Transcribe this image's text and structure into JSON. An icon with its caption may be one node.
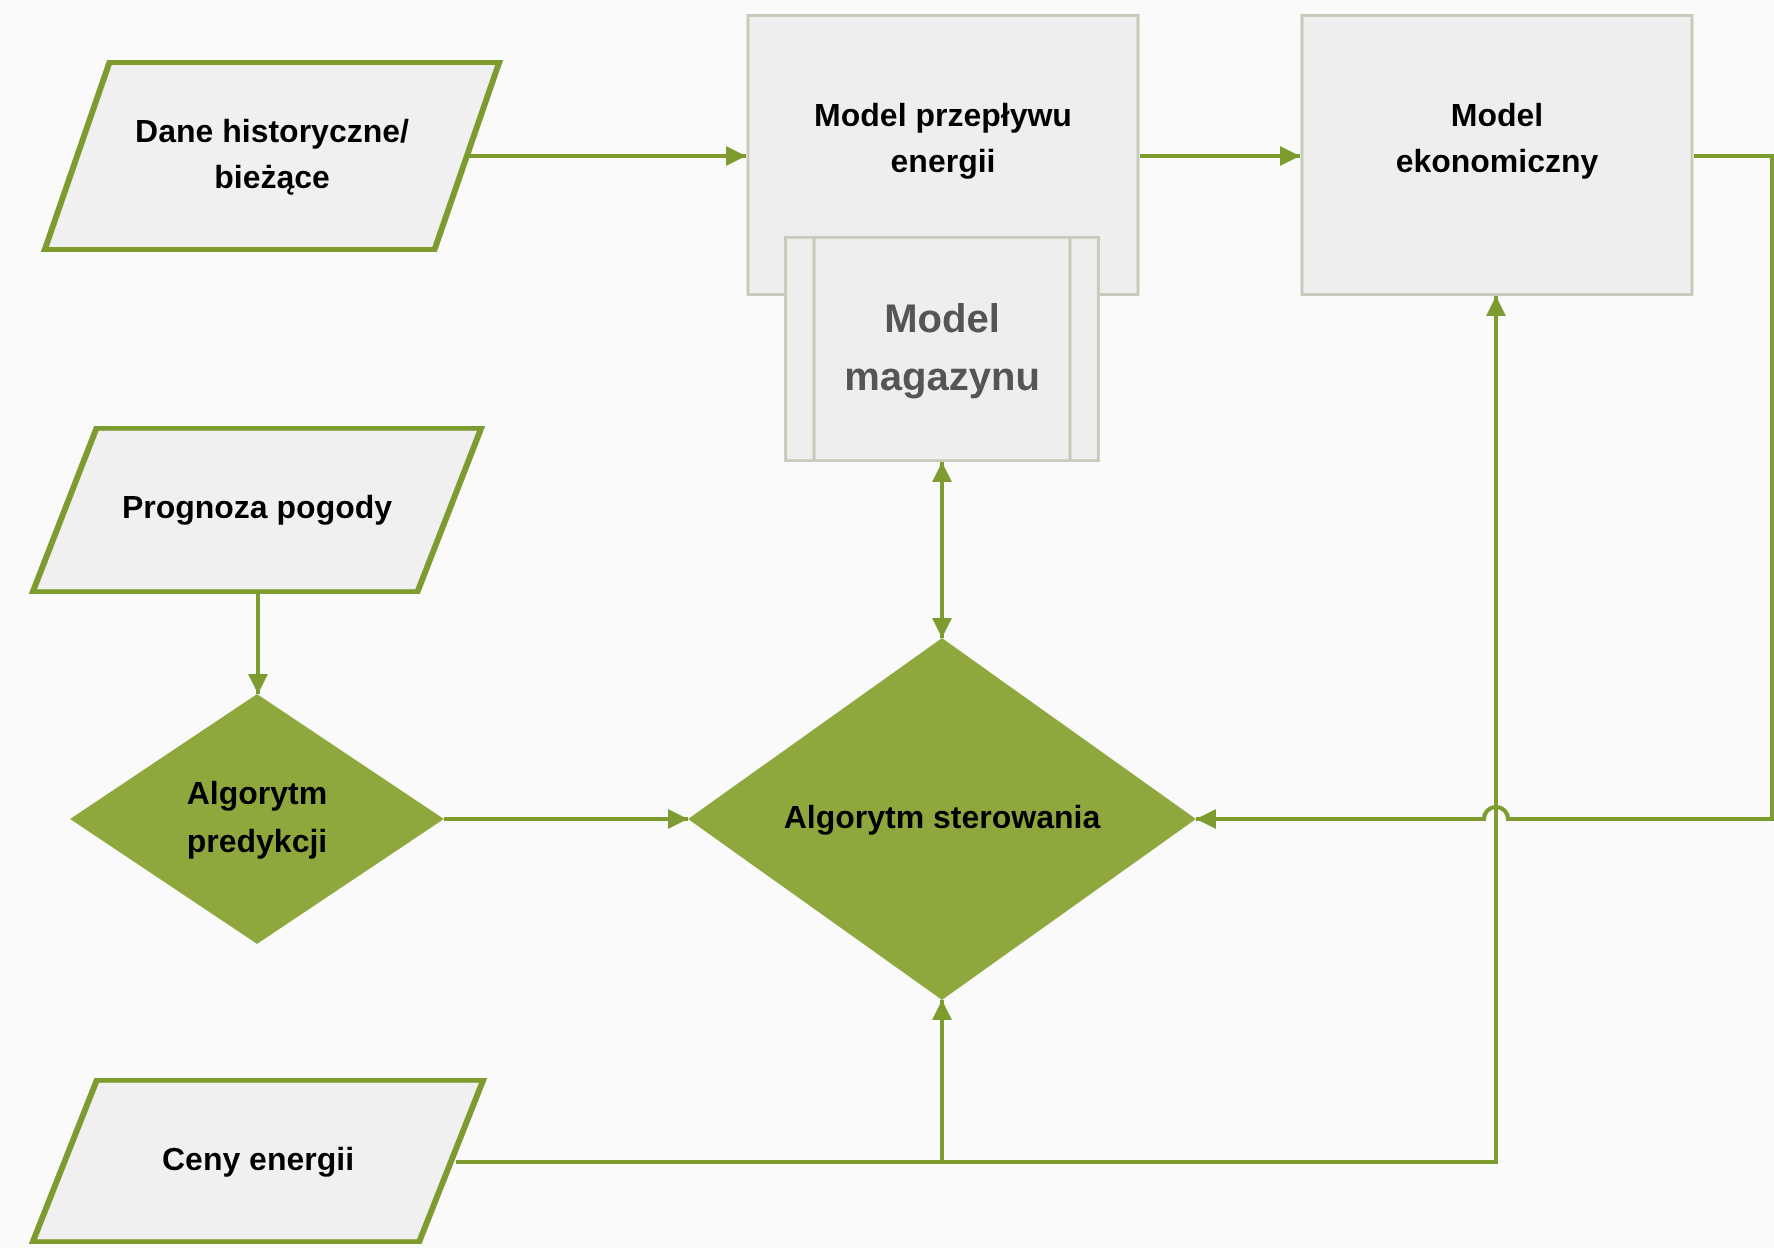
{
  "diagram": {
    "nodes": [
      {
        "text": [
          "Dane historyczne/ bieżące"
        ]
      },
      {
        "text": [
          "Model przepływu energii"
        ]
      },
      {
        "text": [
          "Model magazynu"
        ]
      },
      {
        "text": [
          "Model ekonomiczny"
        ]
      },
      {
        "text": [
          "Prognoza pogody"
        ]
      },
      {
        "text": [
          "Algorytm predykcji"
        ]
      },
      {
        "text": [
          "Algorytm sterowania"
        ]
      },
      {
        "text": [
          "Ceny energii"
        ]
      }
    ],
    "edges": [
      {
        "from": 0,
        "to": 1,
        "arrow": "to"
      },
      {
        "from": 1,
        "to": 3,
        "arrow": "to"
      },
      {
        "from": 3,
        "to": 6,
        "arrow": "to"
      },
      {
        "from": 4,
        "to": 5,
        "arrow": "to"
      },
      {
        "from": 5,
        "to": 6,
        "arrow": "to"
      },
      {
        "from": 2,
        "to": 6,
        "arrow": "both"
      },
      {
        "from": 7,
        "to": 6,
        "arrow": "to"
      },
      {
        "from": 7,
        "to": 3,
        "arrow": "to"
      }
    ]
  }
}
